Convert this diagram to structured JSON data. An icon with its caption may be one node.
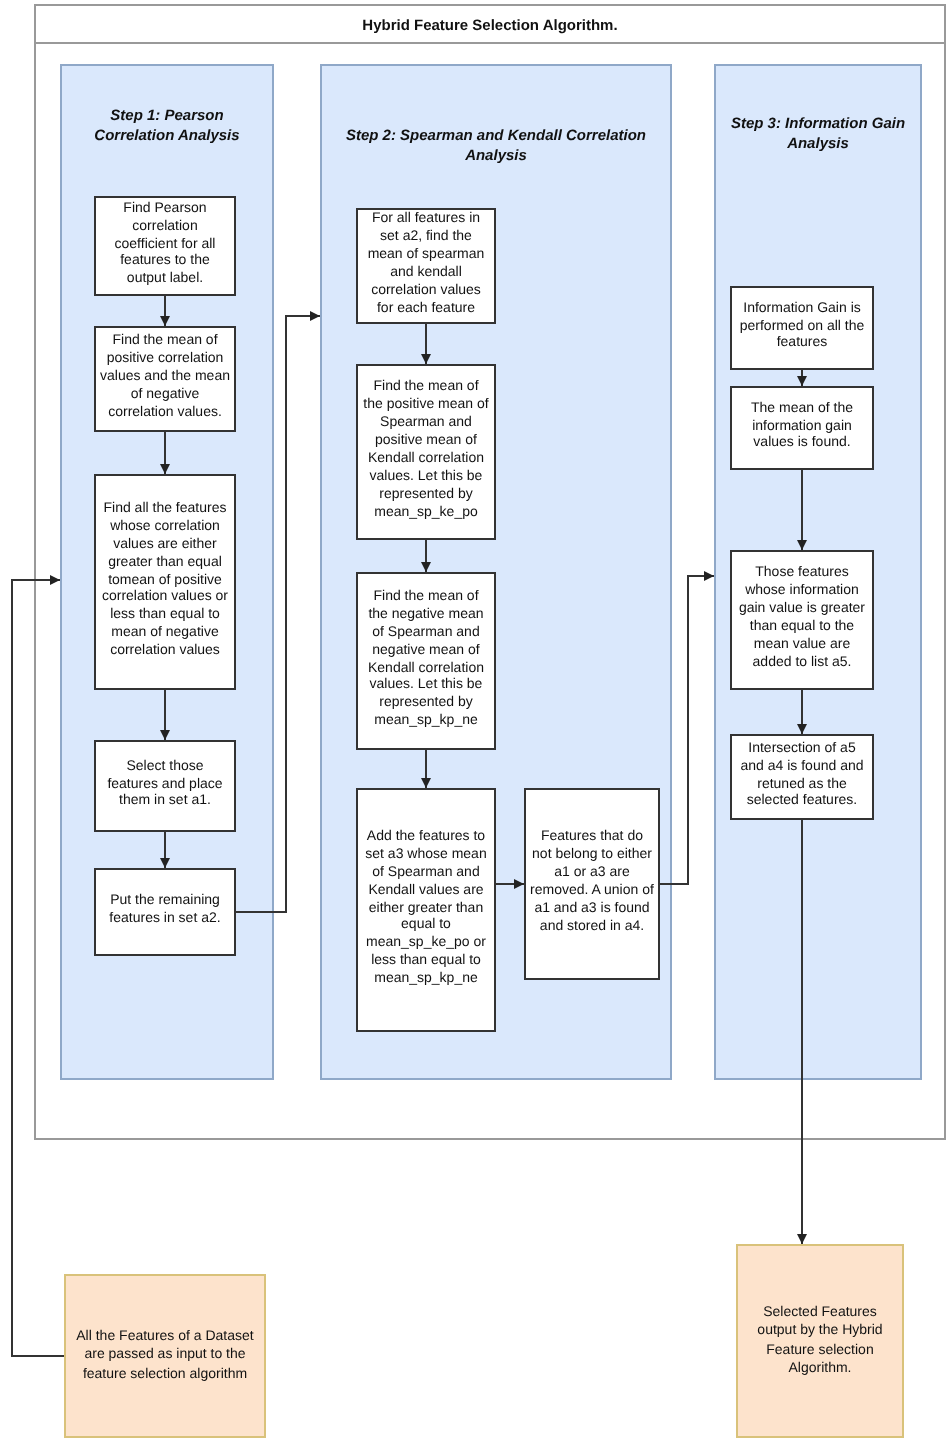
{
  "diagram": {
    "nodes": [
      {
        "text": [
          "Hybrid Feature Selection Algorithm."
        ]
      },
      {
        "text": [
          "Step 1: Pearson Correlation Analysis"
        ],
        "in": 0
      },
      {
        "text": [
          "Find Pearson correlation coefficient for all features to the output label."
        ],
        "in": 1
      },
      {
        "text": [
          "Find the mean of positive correlation values and the mean of negative correlation values."
        ],
        "in": 1
      },
      {
        "text": [
          "Find all the features whose correlation values are either greater than equal tomean of positive correlation values or less than equal to mean of negative correlation values"
        ],
        "in": 1
      },
      {
        "text": [
          "Select those features and place them in set a1."
        ],
        "in": 1
      },
      {
        "text": [
          "Put the remaining features in set a2."
        ],
        "in": 1
      },
      {
        "text": [
          "Step 2: Spearman and Kendall Correlation Analysis"
        ],
        "in": 0
      },
      {
        "text": [
          "For all features in set a2, find the mean of spearman and kendall correlation values for each feature"
        ],
        "in": 7
      },
      {
        "text": [
          "Find the mean of the positive mean of Spearman and positive mean of Kendall correlation values. Let this be represented by mean_sp_ke_po"
        ],
        "in": 7
      },
      {
        "text": [
          "Find the mean of the negative mean of Spearman and negative mean of Kendall correlation values. Let this be represented by mean_sp_kp_ne"
        ],
        "in": 7
      },
      {
        "text": [
          "Add the features to set a3 whose mean of Spearman and Kendall values are either greater than equal to mean_sp_ke_po or less than equal to mean_sp_kp_ne"
        ],
        "in": 7
      },
      {
        "text": [
          "Features that do not belong to either a1 or a3 are removed. A union of a1 and a3 is found and stored in a4."
        ],
        "in": 7
      },
      {
        "text": [
          "Step 3: Information Gain Analysis"
        ],
        "in": 0
      },
      {
        "text": [
          "Information Gain is performed on all the features"
        ],
        "in": 13
      },
      {
        "text": [
          "The mean of the information gain values is found."
        ],
        "in": 13
      },
      {
        "text": [
          "Those features whose information gain value is greater than equal to the mean value are added to list a5."
        ],
        "in": 13
      },
      {
        "text": [
          "Intersection of a5 and a4 is found and retuned as the selected features."
        ],
        "in": 13
      },
      {
        "text": [
          "All the Features of a Dataset are passed as input to the feature selection algorithm"
        ]
      },
      {
        "text": [
          "Selected Features output by the Hybrid Feature selection Algorithm."
        ]
      }
    ],
    "edges": [
      {
        "from": 18,
        "to": 1,
        "arrow": "to"
      },
      {
        "from": 2,
        "to": 3,
        "arrow": "to"
      },
      {
        "from": 3,
        "to": 4,
        "arrow": "to"
      },
      {
        "from": 4,
        "to": 5,
        "arrow": "to"
      },
      {
        "from": 5,
        "to": 6,
        "arrow": "to"
      },
      {
        "from": 6,
        "to": 7,
        "arrow": "to"
      },
      {
        "from": 8,
        "to": 9,
        "arrow": "to"
      },
      {
        "from": 9,
        "to": 10,
        "arrow": "to"
      },
      {
        "from": 10,
        "to": 11,
        "arrow": "to"
      },
      {
        "from": 11,
        "to": 12,
        "arrow": "to"
      },
      {
        "from": 12,
        "to": 13,
        "arrow": "to"
      },
      {
        "from": 14,
        "to": 15,
        "arrow": "to"
      },
      {
        "from": 15,
        "to": 16,
        "arrow": "to"
      },
      {
        "from": 16,
        "to": 17,
        "arrow": "to"
      },
      {
        "from": 17,
        "to": 19,
        "arrow": "to"
      }
    ]
  }
}
